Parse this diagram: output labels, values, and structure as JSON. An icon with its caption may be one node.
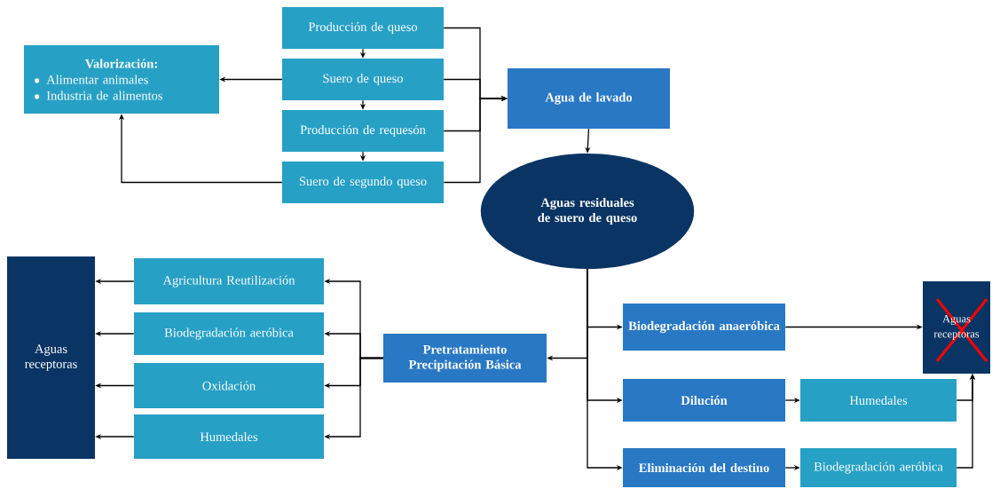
{
  "diagram": {
    "nodes": [
      {
        "text": [
          "Producción de queso"
        ]
      },
      {
        "text": [
          "Valorización:",
          "Alimentar animales",
          "Industria de alimentos"
        ]
      },
      {
        "text": [
          "Suero de queso"
        ]
      },
      {
        "text": [
          "Producción de requesón"
        ]
      },
      {
        "text": [
          "Suero de segundo queso"
        ]
      },
      {
        "text": [
          "Agua de lavado"
        ]
      },
      {
        "text": [
          "Aguas residuales de suero de queso"
        ]
      },
      {
        "text": [
          "Aguas receptoras"
        ]
      },
      {
        "text": [
          "Agricultura Reutilización"
        ]
      },
      {
        "text": [
          "Biodegradación aeróbica"
        ]
      },
      {
        "text": [
          "Oxidación"
        ]
      },
      {
        "text": [
          "Humedales"
        ]
      },
      {
        "text": [
          "Pretratamiento Precipitación Básica"
        ]
      },
      {
        "text": [
          "Biodegradación anaeróbica"
        ]
      },
      {
        "text": [
          "Aguas receptoras"
        ]
      },
      {
        "text": [
          "Dilución"
        ]
      },
      {
        "text": [
          "Humedales"
        ]
      },
      {
        "text": [
          "Eliminación del destino"
        ]
      },
      {
        "text": [
          "Biodegradación aeróbica"
        ]
      }
    ],
    "edges": [
      {
        "from": 0,
        "to": 2,
        "arrow": "to"
      },
      {
        "from": 2,
        "to": 3,
        "arrow": "to"
      },
      {
        "from": 3,
        "to": 4,
        "arrow": "to"
      },
      {
        "from": 2,
        "to": 1,
        "arrow": "to"
      },
      {
        "from": 4,
        "to": 1,
        "arrow": "to"
      },
      {
        "from": 0,
        "to": 5,
        "arrow": "to"
      },
      {
        "from": 2,
        "to": 5,
        "arrow": "to"
      },
      {
        "from": 3,
        "to": 5,
        "arrow": "to"
      },
      {
        "from": 4,
        "to": 5,
        "arrow": "to"
      },
      {
        "from": 5,
        "to": 6,
        "arrow": "to"
      },
      {
        "from": 6,
        "to": 12,
        "arrow": "to"
      },
      {
        "from": 6,
        "to": 13,
        "arrow": "to"
      },
      {
        "from": 6,
        "to": 15,
        "arrow": "to"
      },
      {
        "from": 6,
        "to": 17,
        "arrow": "to"
      },
      {
        "from": 12,
        "to": 8,
        "arrow": "to"
      },
      {
        "from": 12,
        "to": 9,
        "arrow": "to"
      },
      {
        "from": 12,
        "to": 10,
        "arrow": "to"
      },
      {
        "from": 12,
        "to": 11,
        "arrow": "to"
      },
      {
        "from": 8,
        "to": 7,
        "arrow": "to"
      },
      {
        "from": 9,
        "to": 7,
        "arrow": "to"
      },
      {
        "from": 10,
        "to": 7,
        "arrow": "to"
      },
      {
        "from": 11,
        "to": 7,
        "arrow": "to"
      },
      {
        "from": 13,
        "to": 14,
        "arrow": "to"
      },
      {
        "from": 15,
        "to": 16,
        "arrow": "to"
      },
      {
        "from": 17,
        "to": 18,
        "arrow": "to"
      },
      {
        "from": 16,
        "to": 14,
        "arrow": "to"
      },
      {
        "from": 18,
        "to": 14,
        "arrow": "to"
      }
    ]
  }
}
